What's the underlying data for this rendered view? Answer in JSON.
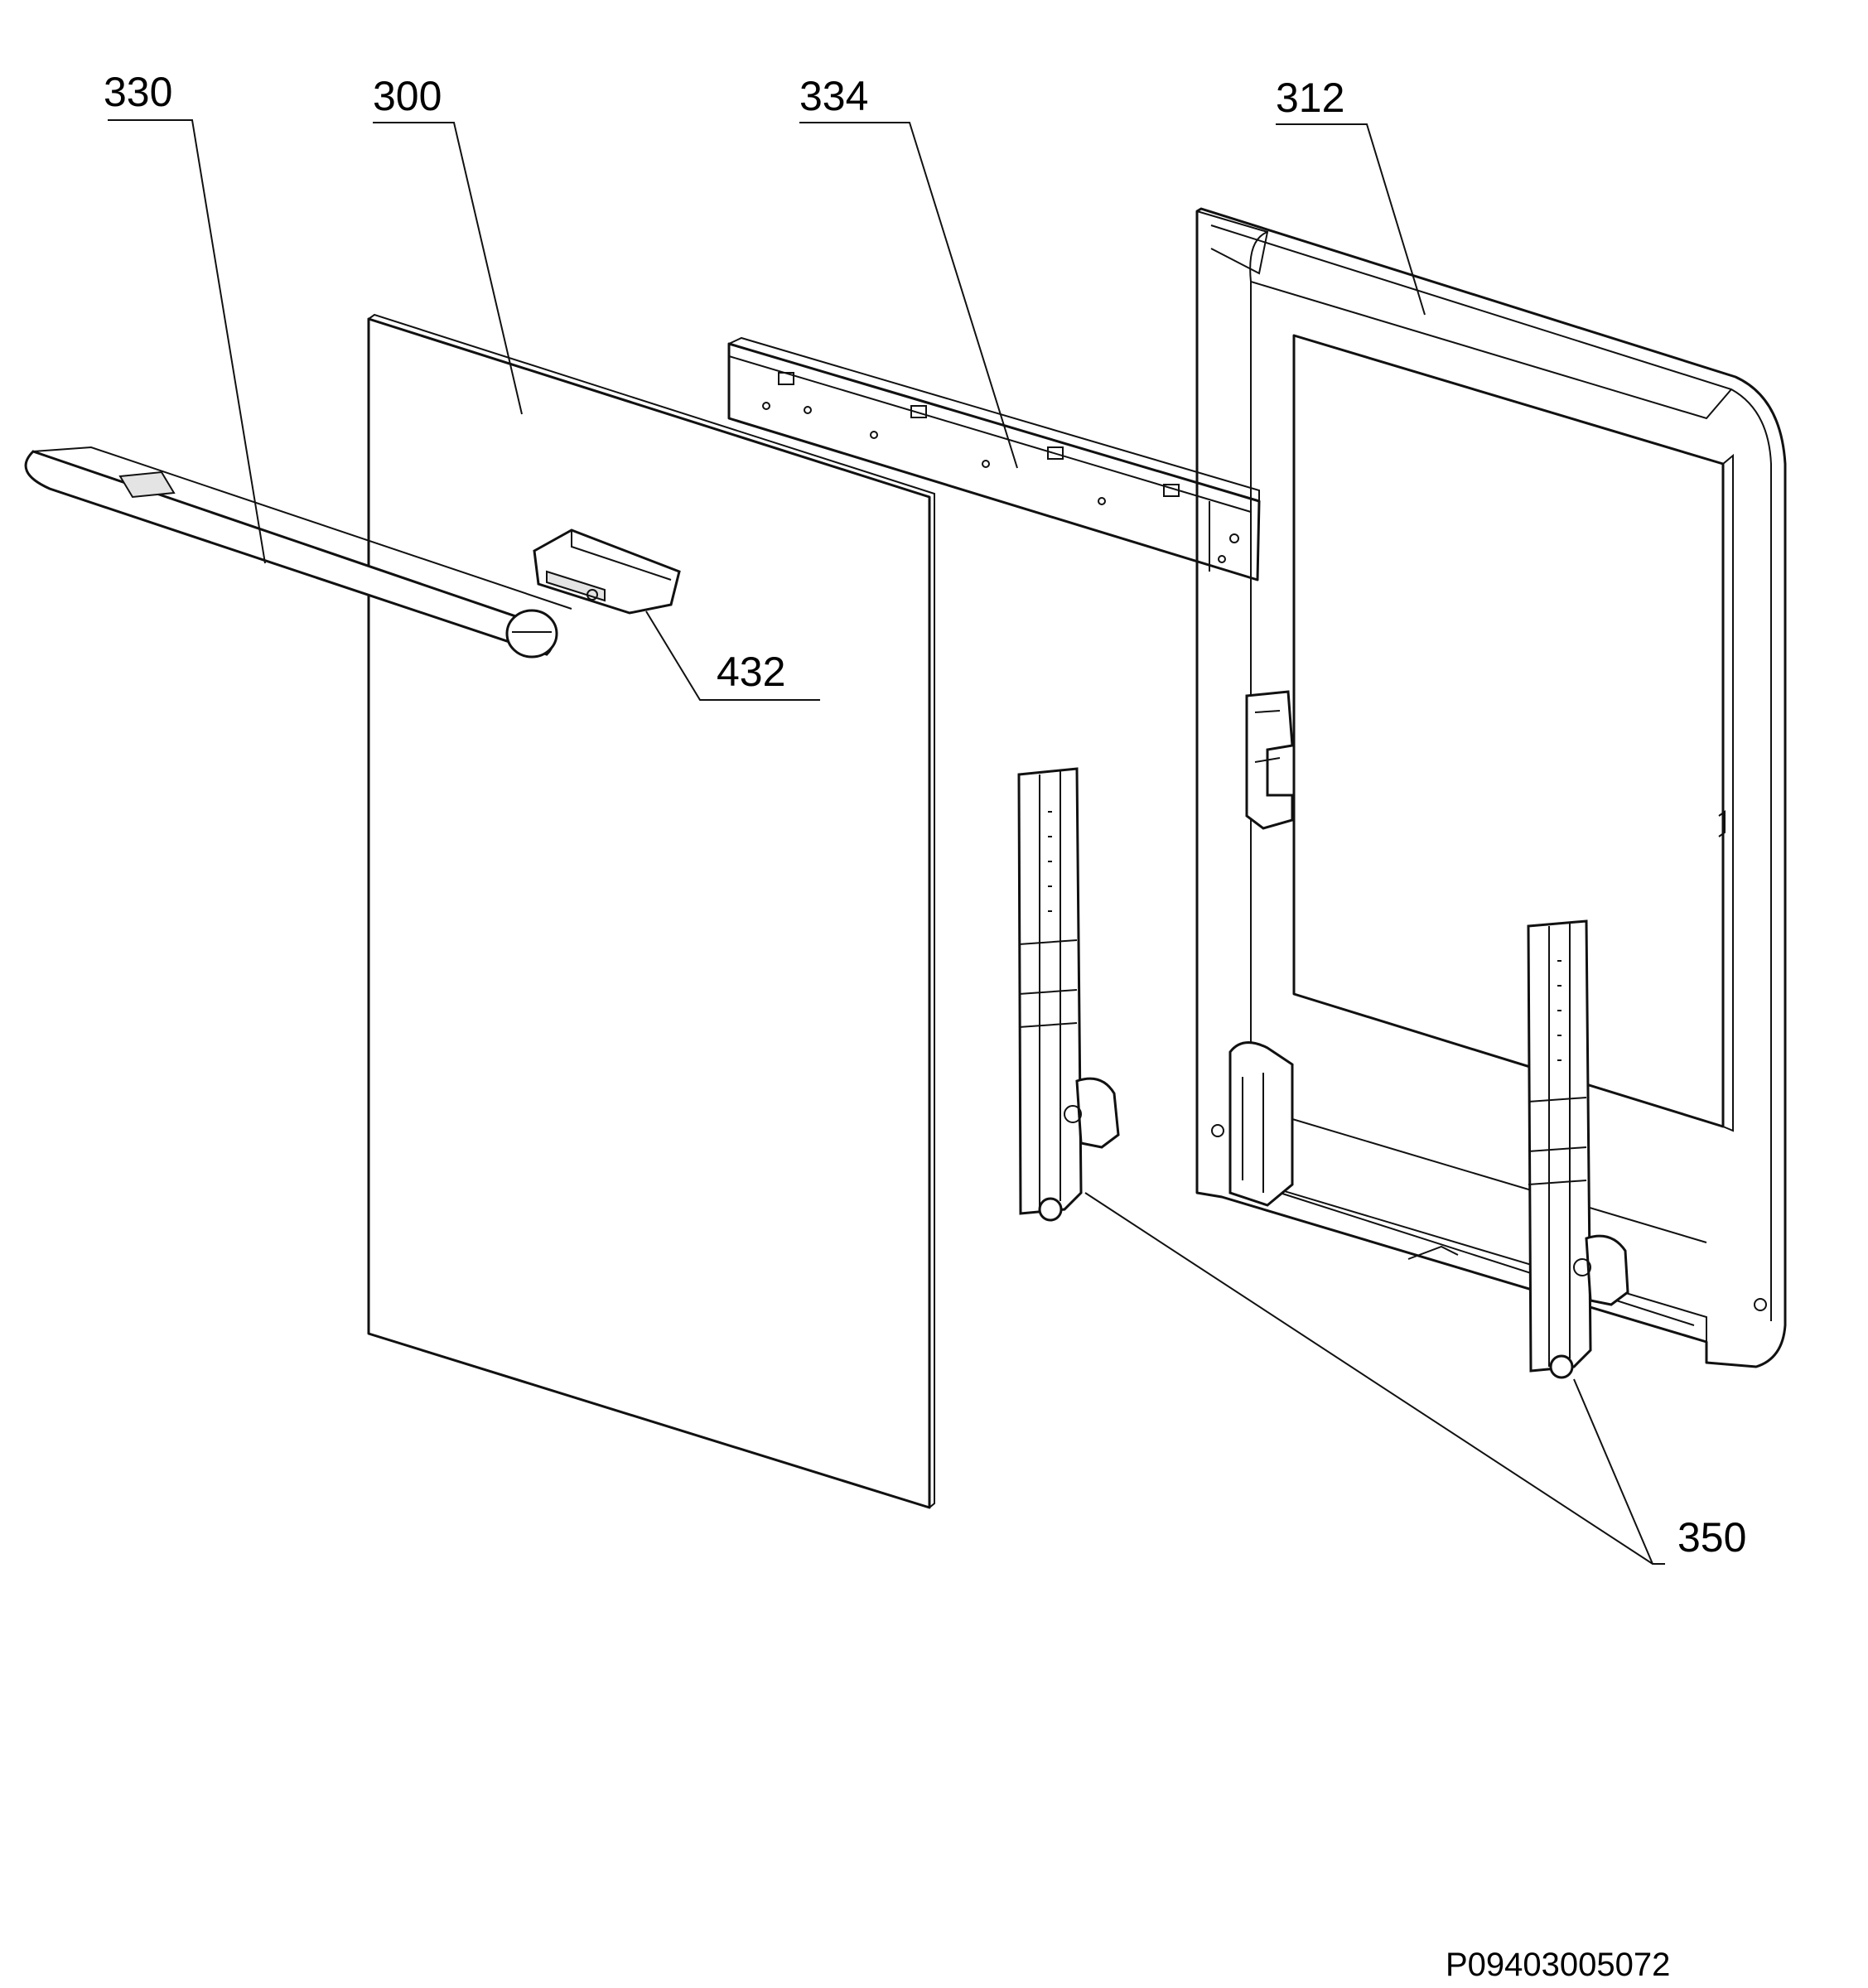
{
  "callouts": {
    "handle": "330",
    "outer_glass": "300",
    "top_rail": "334",
    "door_frame": "312",
    "handle_bracket": "432",
    "hinges": "350"
  },
  "document_id": "P09403005072"
}
